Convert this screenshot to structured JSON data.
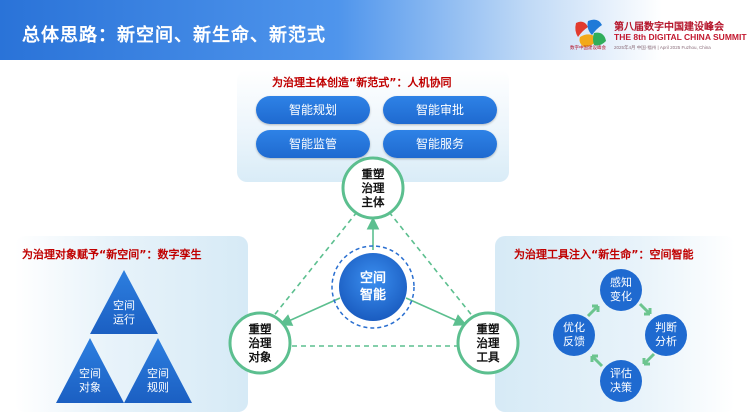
{
  "header": {
    "title": "总体思路：新空间、新生命、新范式",
    "logo": {
      "name_cn": "第八届数字中国建设峰会",
      "name_en": "THE 8th DIGITAL CHINA SUMMIT",
      "mark_text": "数字中国建设峰会",
      "subtitle": "2025年4月 中国·福州 | April 2025 Fuzhou, China"
    }
  },
  "top_panel": {
    "title": "为治理主体创造“新范式”：人机协同",
    "pills": [
      "智能规划",
      "智能审批",
      "智能监管",
      "智能服务"
    ]
  },
  "left_panel": {
    "title": "为治理对象赋予“新空间”：数字孪生",
    "triangles": [
      "空间\n运行",
      "空间\n对象",
      "空间\n规则"
    ]
  },
  "right_panel": {
    "title": "为治理工具注入“新生命”：空间智能",
    "cycle": [
      "感知\n变化",
      "判断\n分析",
      "评估\n决策",
      "优化\n反馈"
    ]
  },
  "center": {
    "label": "空间\n智能",
    "nodes": [
      "重塑\n治理\n主体",
      "重塑\n治理\n对象",
      "重塑\n治理\n工具"
    ]
  },
  "colors": {
    "primary_blue": "#1f6ad0",
    "node_green": "#5cbf8f",
    "panel_title_red": "#c00000"
  }
}
